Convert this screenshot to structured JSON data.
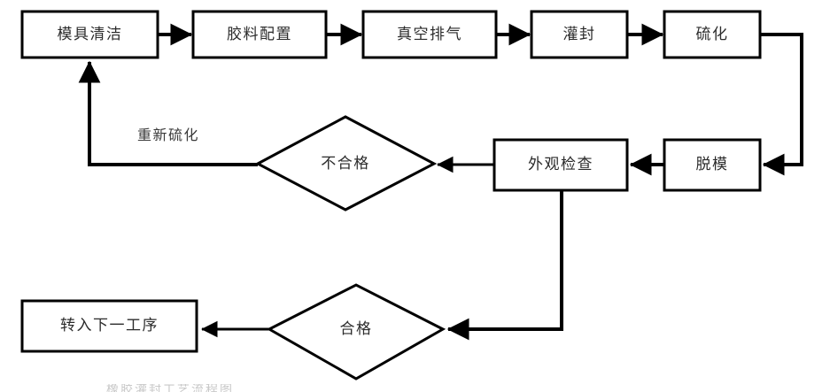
{
  "diagram": {
    "type": "flowchart",
    "orientation": "left-to-right with feedback loop",
    "background_color": "#ffffff",
    "line_color": "#000000",
    "text_color": "#2b2b2b",
    "nodes": [
      {
        "id": "n1",
        "shape": "rectangle",
        "label": "模具清洁"
      },
      {
        "id": "n2",
        "shape": "rectangle",
        "label": "胶料配置"
      },
      {
        "id": "n3",
        "shape": "rectangle",
        "label": "真空排气"
      },
      {
        "id": "n4",
        "shape": "rectangle",
        "label": "灌封"
      },
      {
        "id": "n5",
        "shape": "rectangle",
        "label": "硫化"
      },
      {
        "id": "n6",
        "shape": "rectangle",
        "label": "脱模"
      },
      {
        "id": "n7",
        "shape": "rectangle",
        "label": "外观检查"
      },
      {
        "id": "d1",
        "shape": "diamond",
        "label": "不合格"
      },
      {
        "id": "d2",
        "shape": "diamond",
        "label": "合格"
      },
      {
        "id": "n8",
        "shape": "rectangle",
        "label": "转入下一工序"
      }
    ],
    "edge_labels": [
      {
        "id": "e-rework",
        "label": "重新硫化"
      }
    ],
    "caption": "橡胶灌封工艺流程图"
  }
}
